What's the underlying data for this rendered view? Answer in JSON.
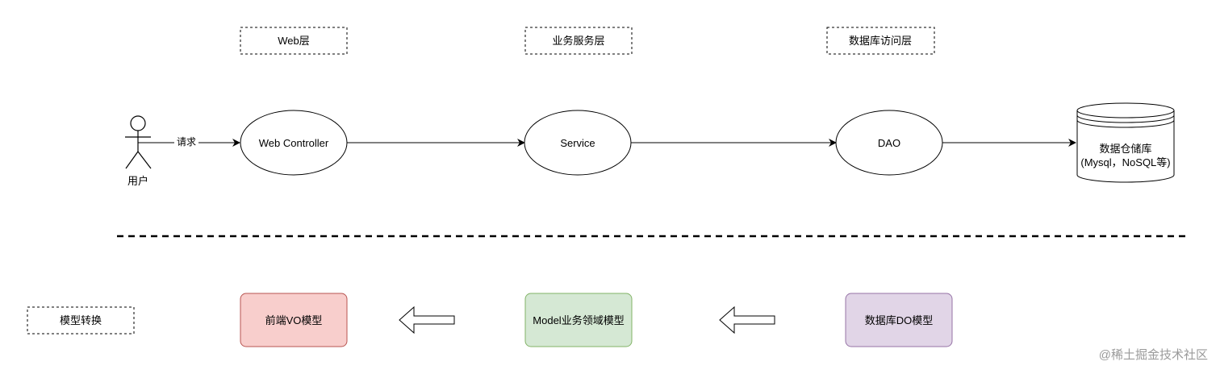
{
  "layers": {
    "web": "Web层",
    "service": "业务服务层",
    "dao": "数据库访问层"
  },
  "actor": {
    "name": "用户",
    "request_label": "请求"
  },
  "nodes": {
    "web_controller": "Web Controller",
    "service": "Service",
    "dao": "DAO",
    "storage_line1": "数据仓储库",
    "storage_line2": "(Mysql，NoSQL等)"
  },
  "model_conversion": {
    "title": "模型转换",
    "frontend_vo": "前端VO模型",
    "domain_model": "Model业务领域模型",
    "db_do": "数据库DO模型"
  },
  "colors": {
    "vo_fill": "#f8cecc",
    "vo_stroke": "#b85450",
    "model_fill": "#d5e8d4",
    "model_stroke": "#82b366",
    "do_fill": "#e1d5e7",
    "do_stroke": "#9673a6"
  },
  "watermark": "@稀土掘金技术社区"
}
